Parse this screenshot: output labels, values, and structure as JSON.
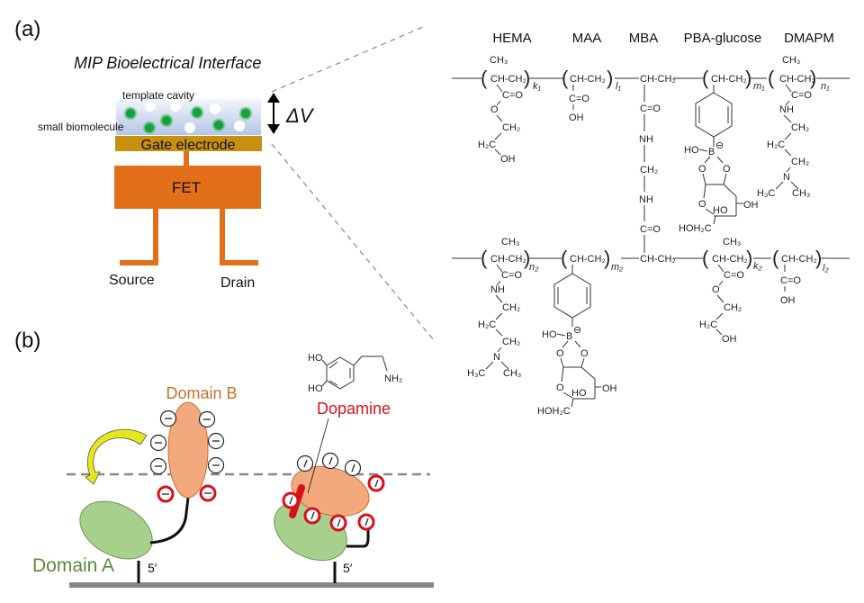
{
  "panel_a": {
    "label": "(a)",
    "title": "MIP Bioelectrical Interface",
    "template_cavity_label": "template cavity",
    "small_biomolecule_label": "small biomolecule",
    "gate_label": "Gate electrode",
    "fet_label": "FET",
    "source_label": "Source",
    "drain_label": "Drain",
    "delta_v_label": "ΔV",
    "charge_glyph": "−",
    "colors": {
      "fet": "#e2701a",
      "gate": "#c8900e",
      "cavity": "#c8d6ee",
      "molecule": "#1da64a"
    }
  },
  "polymer": {
    "monomers": [
      "HEMA",
      "MAA",
      "MBA",
      "PBA-glucose",
      "DMAPM"
    ],
    "top_chain": {
      "units": [
        {
          "name": "HEMA",
          "backbone": "CH-CH2",
          "subscript": "k1",
          "substituent": "CH3",
          "side": [
            "C=O",
            "O",
            "CH2",
            "H2C",
            "OH"
          ]
        },
        {
          "name": "MAA",
          "backbone": "CH-CH2",
          "subscript": "l1",
          "side": [
            "C=O",
            "OH"
          ]
        },
        {
          "name": "MBA",
          "backbone": "CH-CH2",
          "side": [
            "C=O",
            "NH",
            "CH2",
            "NH",
            "C=O"
          ]
        },
        {
          "name": "PBA-glucose",
          "backbone": "CH-CH2",
          "subscript": "m1",
          "side": [
            "phenyl",
            "HO-B⊖",
            "O",
            "O",
            "HO",
            "OH",
            "HOH2C"
          ]
        },
        {
          "name": "DMAPM",
          "backbone": "CH-CH2",
          "subscript": "n1",
          "substituent": "CH3",
          "side": [
            "C=O",
            "NH",
            "CH2",
            "H2C",
            "CH2",
            "N",
            "H3C",
            "CH3"
          ]
        }
      ]
    },
    "bottom_chain": {
      "units": [
        {
          "name": "DMAPM",
          "backbone": "CH-CH2",
          "subscript": "n2",
          "substituent": "CH3",
          "side": [
            "C=O",
            "NH",
            "CH2",
            "H2C",
            "CH2",
            "N",
            "H3C",
            "CH3"
          ]
        },
        {
          "name": "PBA-glucose",
          "backbone": "CH-CH2",
          "subscript": "m2",
          "side": [
            "phenyl",
            "HO-B⊖",
            "O",
            "O",
            "HO",
            "OH",
            "HOH2C"
          ]
        },
        {
          "name": "MBA",
          "backbone": "CH-CH2"
        },
        {
          "name": "HEMA",
          "backbone": "CH-CH2",
          "subscript": "k2",
          "substituent": "CH3",
          "side": [
            "C=O",
            "O",
            "CH2",
            "H2C",
            "OH"
          ]
        },
        {
          "name": "MAA",
          "backbone": "CH-CH2",
          "subscript": "l2",
          "side": [
            "C=O",
            "OH"
          ]
        }
      ]
    },
    "atoms": {
      "ch3": "CH₃",
      "ch_ch2": "CH-CH₂",
      "co": "C=O",
      "o": "O",
      "oh": "OH",
      "ch2": "CH₂",
      "h2c": "H₂C",
      "nh": "NH",
      "n": "N",
      "h3c": "H₃C",
      "hob": "HO",
      "b": "B",
      "bminus": "⊖",
      "ho": "HO",
      "hoh2c": "HOH₂C",
      "k1": "k₁",
      "l1": "l₁",
      "m1": "m₁",
      "n1": "n₁",
      "k2": "k₂",
      "l2": "l₂",
      "m2": "m₂",
      "n2": "n₂"
    }
  },
  "panel_b": {
    "label": "(b)",
    "domain_a_label": "Domain A",
    "domain_b_label": "Domain B",
    "dopamine_label": "Dopamine",
    "five_prime_label": "5′",
    "dopamine_atoms": {
      "ho1": "HO",
      "ho2": "HO",
      "nh2": "NH₂"
    },
    "minus_glyph": "−",
    "neutral_glyph": "/",
    "colors": {
      "domain_a": "#a8d08d",
      "domain_a_text": "#5a8a3a",
      "domain_b": "#f3a97e",
      "domain_b_text": "#c8702a",
      "dopamine": "#d9101a",
      "arrow": "#e6e61a",
      "substrate": "#888888"
    }
  }
}
